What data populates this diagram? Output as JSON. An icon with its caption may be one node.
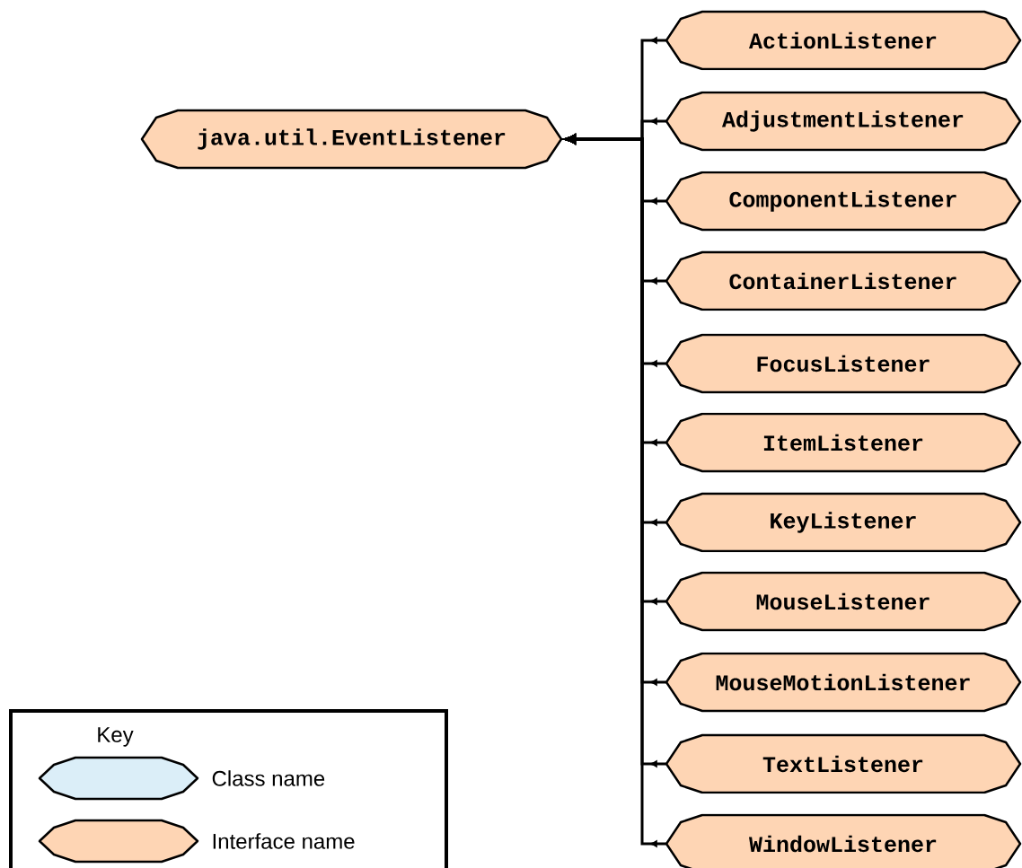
{
  "diagram": {
    "nodes": [
      {
        "text": [
          "java.util.EventListener"
        ]
      },
      {
        "text": [
          "ActionListener"
        ]
      },
      {
        "text": [
          "AdjustmentListener"
        ]
      },
      {
        "text": [
          "ComponentListener"
        ]
      },
      {
        "text": [
          "ContainerListener"
        ]
      },
      {
        "text": [
          "FocusListener"
        ]
      },
      {
        "text": [
          "ItemListener"
        ]
      },
      {
        "text": [
          "KeyListener"
        ]
      },
      {
        "text": [
          "MouseListener"
        ]
      },
      {
        "text": [
          "MouseMotionListener"
        ]
      },
      {
        "text": [
          "TextListener"
        ]
      },
      {
        "text": [
          "WindowListener"
        ]
      }
    ],
    "edges": [
      {
        "from": 1,
        "to": 0,
        "arrow": "to"
      },
      {
        "from": 2,
        "to": 0,
        "arrow": "to"
      },
      {
        "from": 3,
        "to": 0,
        "arrow": "to"
      },
      {
        "from": 4,
        "to": 0,
        "arrow": "to"
      },
      {
        "from": 5,
        "to": 0,
        "arrow": "to"
      },
      {
        "from": 6,
        "to": 0,
        "arrow": "to"
      },
      {
        "from": 7,
        "to": 0,
        "arrow": "to"
      },
      {
        "from": 8,
        "to": 0,
        "arrow": "to"
      },
      {
        "from": 9,
        "to": 0,
        "arrow": "to"
      },
      {
        "from": 10,
        "to": 0,
        "arrow": "to"
      },
      {
        "from": 11,
        "to": 0,
        "arrow": "to"
      }
    ],
    "labels": [
      "Key"
    ],
    "legend": [
      {
        "text": "Class name",
        "color": "#dbeef8"
      },
      {
        "text": "Interface name",
        "color": "#fed5b4"
      }
    ]
  }
}
